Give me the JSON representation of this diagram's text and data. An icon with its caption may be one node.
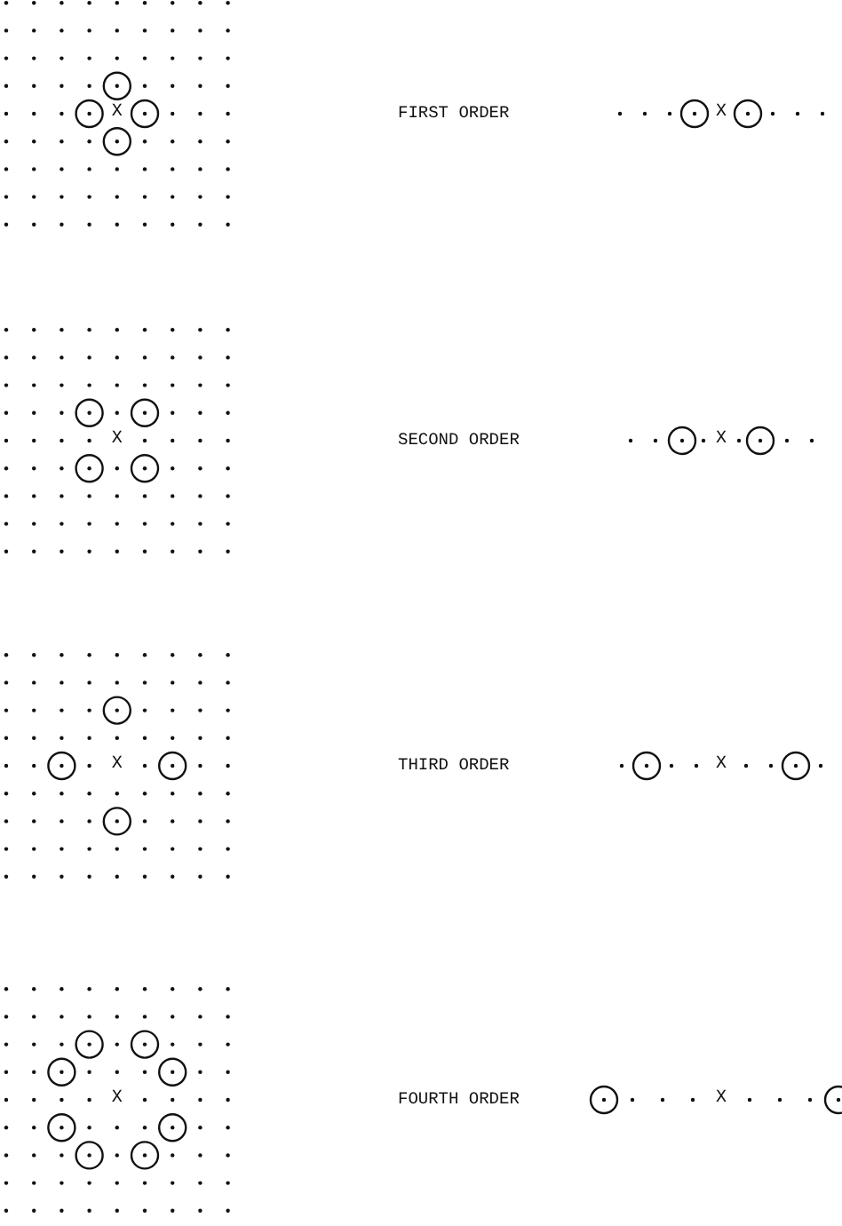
{
  "diagram": {
    "labels": [
      "X",
      "FIRST ORDER",
      "X",
      "X",
      "SECOND ORDER",
      "X",
      "X",
      "THIRD ORDER",
      "X",
      "X",
      "FOURTH ORDER",
      "X"
    ]
  }
}
